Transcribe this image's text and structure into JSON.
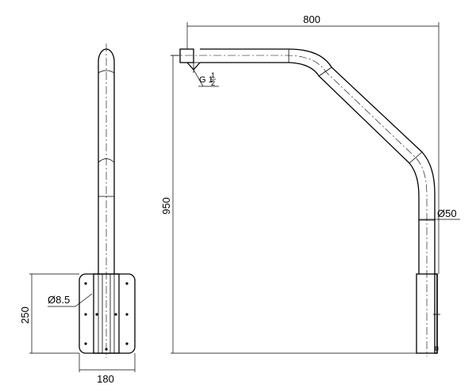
{
  "drawing": {
    "dimensions": {
      "plate_height": "250",
      "plate_width": "180",
      "hole_diameter": "Ø8.5",
      "arm_length": "800",
      "total_height": "950",
      "tube_diameter": "Ø50"
    },
    "thread": {
      "prefix": "G 1",
      "frac_num": "1",
      "frac_den": "2"
    }
  }
}
